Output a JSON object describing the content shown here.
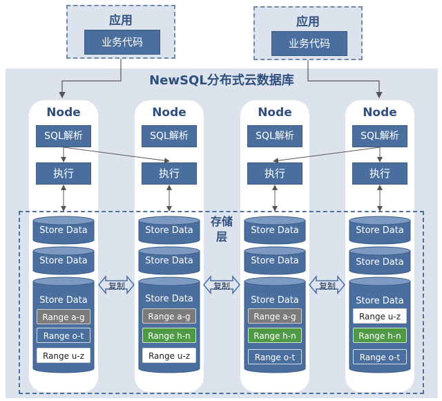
{
  "apps": [
    {
      "title": "应用",
      "code": "业务代码"
    },
    {
      "title": "应用",
      "code": "业务代码"
    }
  ],
  "database": {
    "title": "NewSQL分布式云数据库"
  },
  "nodes": [
    {
      "label": "Node",
      "sql": "SQL解析",
      "exec": "执行",
      "store1": "Store Data",
      "store2": "Store Data",
      "store3": "Store Data",
      "ranges": [
        {
          "label": "Range a-g",
          "style": "grey"
        },
        {
          "label": "Range o-t",
          "style": "blue"
        },
        {
          "label": "Range u-z",
          "style": "white"
        }
      ]
    },
    {
      "label": "Node",
      "sql": "SQL解析",
      "exec": "执行",
      "store1": "Store Data",
      "store2": "Store Data",
      "store3": "Store Data",
      "ranges": [
        {
          "label": "Range a-g",
          "style": "grey"
        },
        {
          "label": "Range h-n",
          "style": "green"
        },
        {
          "label": "Range u-z",
          "style": "white"
        }
      ]
    },
    {
      "label": "Node",
      "sql": "SQL解析",
      "exec": "执行",
      "store1": "Store Data",
      "store2": "Store Data",
      "store3": "Store Data",
      "ranges": [
        {
          "label": "Range a-g",
          "style": "grey"
        },
        {
          "label": "Range h-n",
          "style": "green"
        },
        {
          "label": "Range o-t",
          "style": "blue"
        }
      ]
    },
    {
      "label": "Node",
      "sql": "SQL解析",
      "exec": "执行",
      "store1": "Store Data",
      "store2": "Store Data",
      "store3": "Store Data",
      "ranges": [
        {
          "label": "Range u-z",
          "style": "white"
        },
        {
          "label": "Range h-n",
          "style": "green"
        },
        {
          "label": "Range o-t",
          "style": "blue"
        }
      ]
    }
  ],
  "storage_layer": {
    "label": "存储层"
  },
  "replication": [
    "复制",
    "复制",
    "复制"
  ],
  "colors": {
    "primary": "#4a6f9e",
    "background": "#dde3ec",
    "green": "#4f9a45",
    "grey": "#7b7b7b"
  }
}
